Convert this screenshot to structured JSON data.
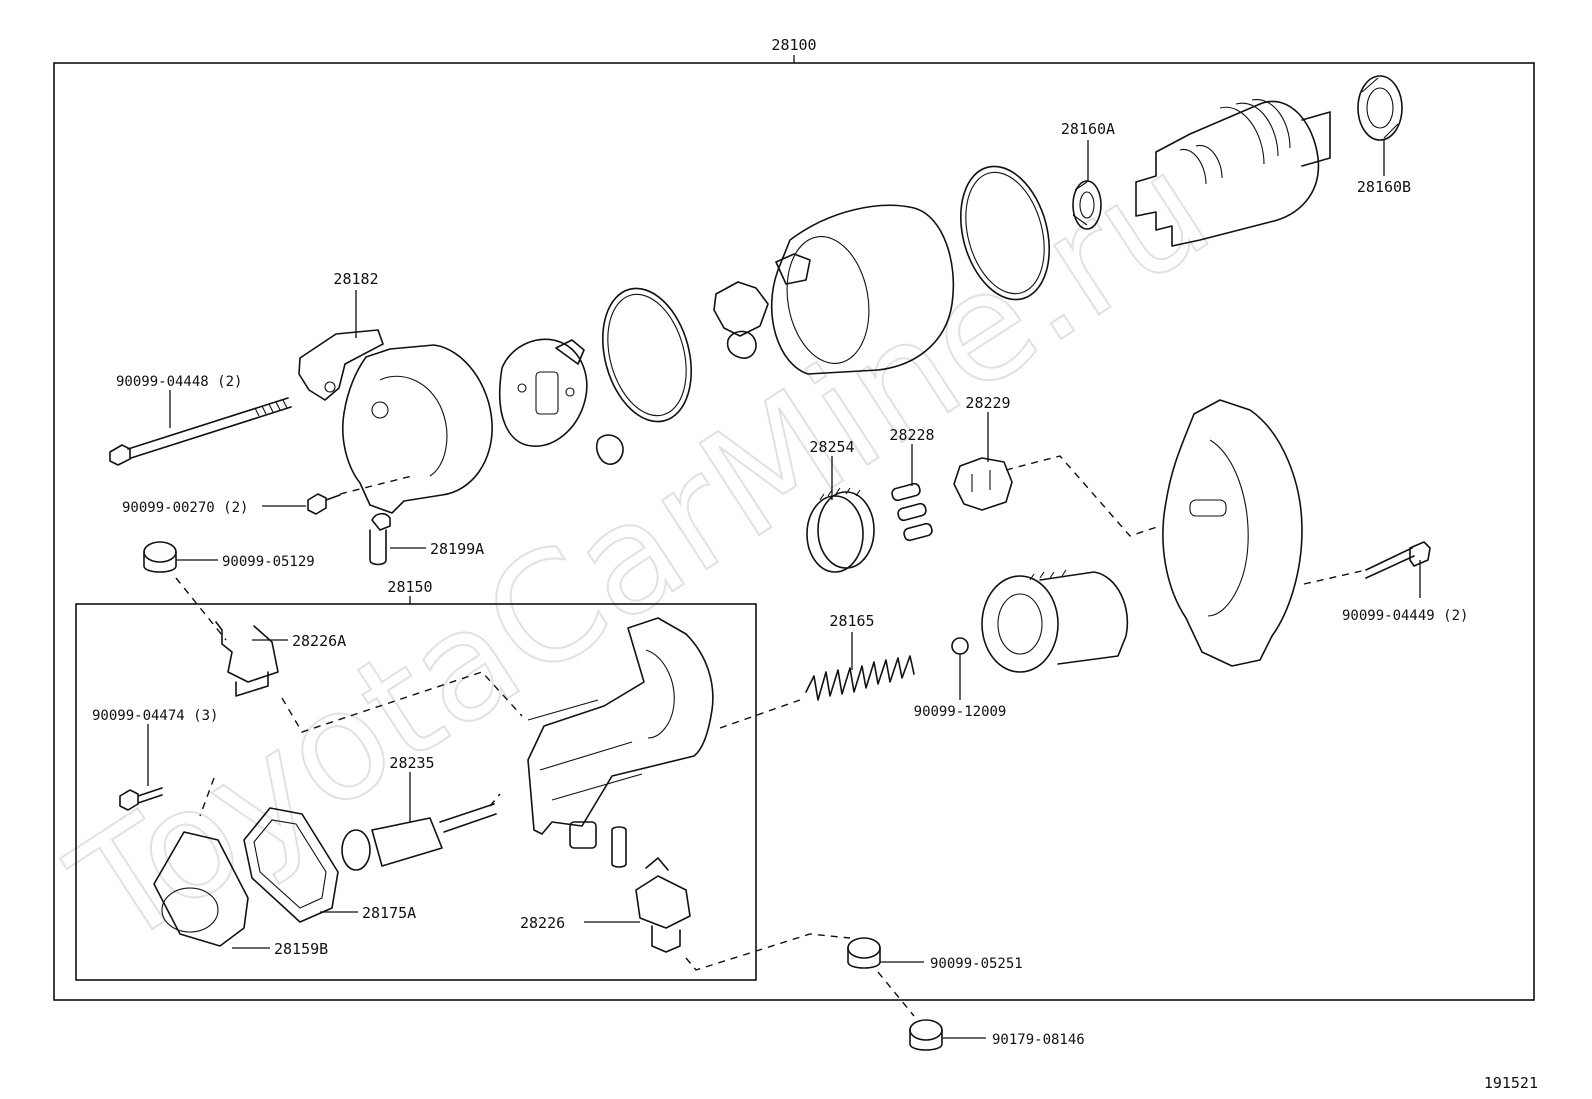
{
  "watermark": "ToyotaCarMine.ru",
  "diagram_code": "191521",
  "labels": {
    "l28100": "28100",
    "l28150": "28150",
    "l28182": "28182",
    "l04448": "90099-04448 (2)",
    "l00270": "90099-00270 (2)",
    "l28199A": "28199A",
    "l05129": "90099-05129",
    "l28226A": "28226A",
    "l04474": "90099-04474 (3)",
    "l28235": "28235",
    "l28175A": "28175A",
    "l28159B": "28159B",
    "l28226": "28226",
    "l05251": "90099-05251",
    "l08146": "90179-08146",
    "l28165": "28165",
    "l12009": "90099-12009",
    "l28254": "28254",
    "l28228": "28228",
    "l28229": "28229",
    "l04449": "90099-04449 (2)",
    "l28160A": "28160A",
    "l28160B": "28160B"
  }
}
